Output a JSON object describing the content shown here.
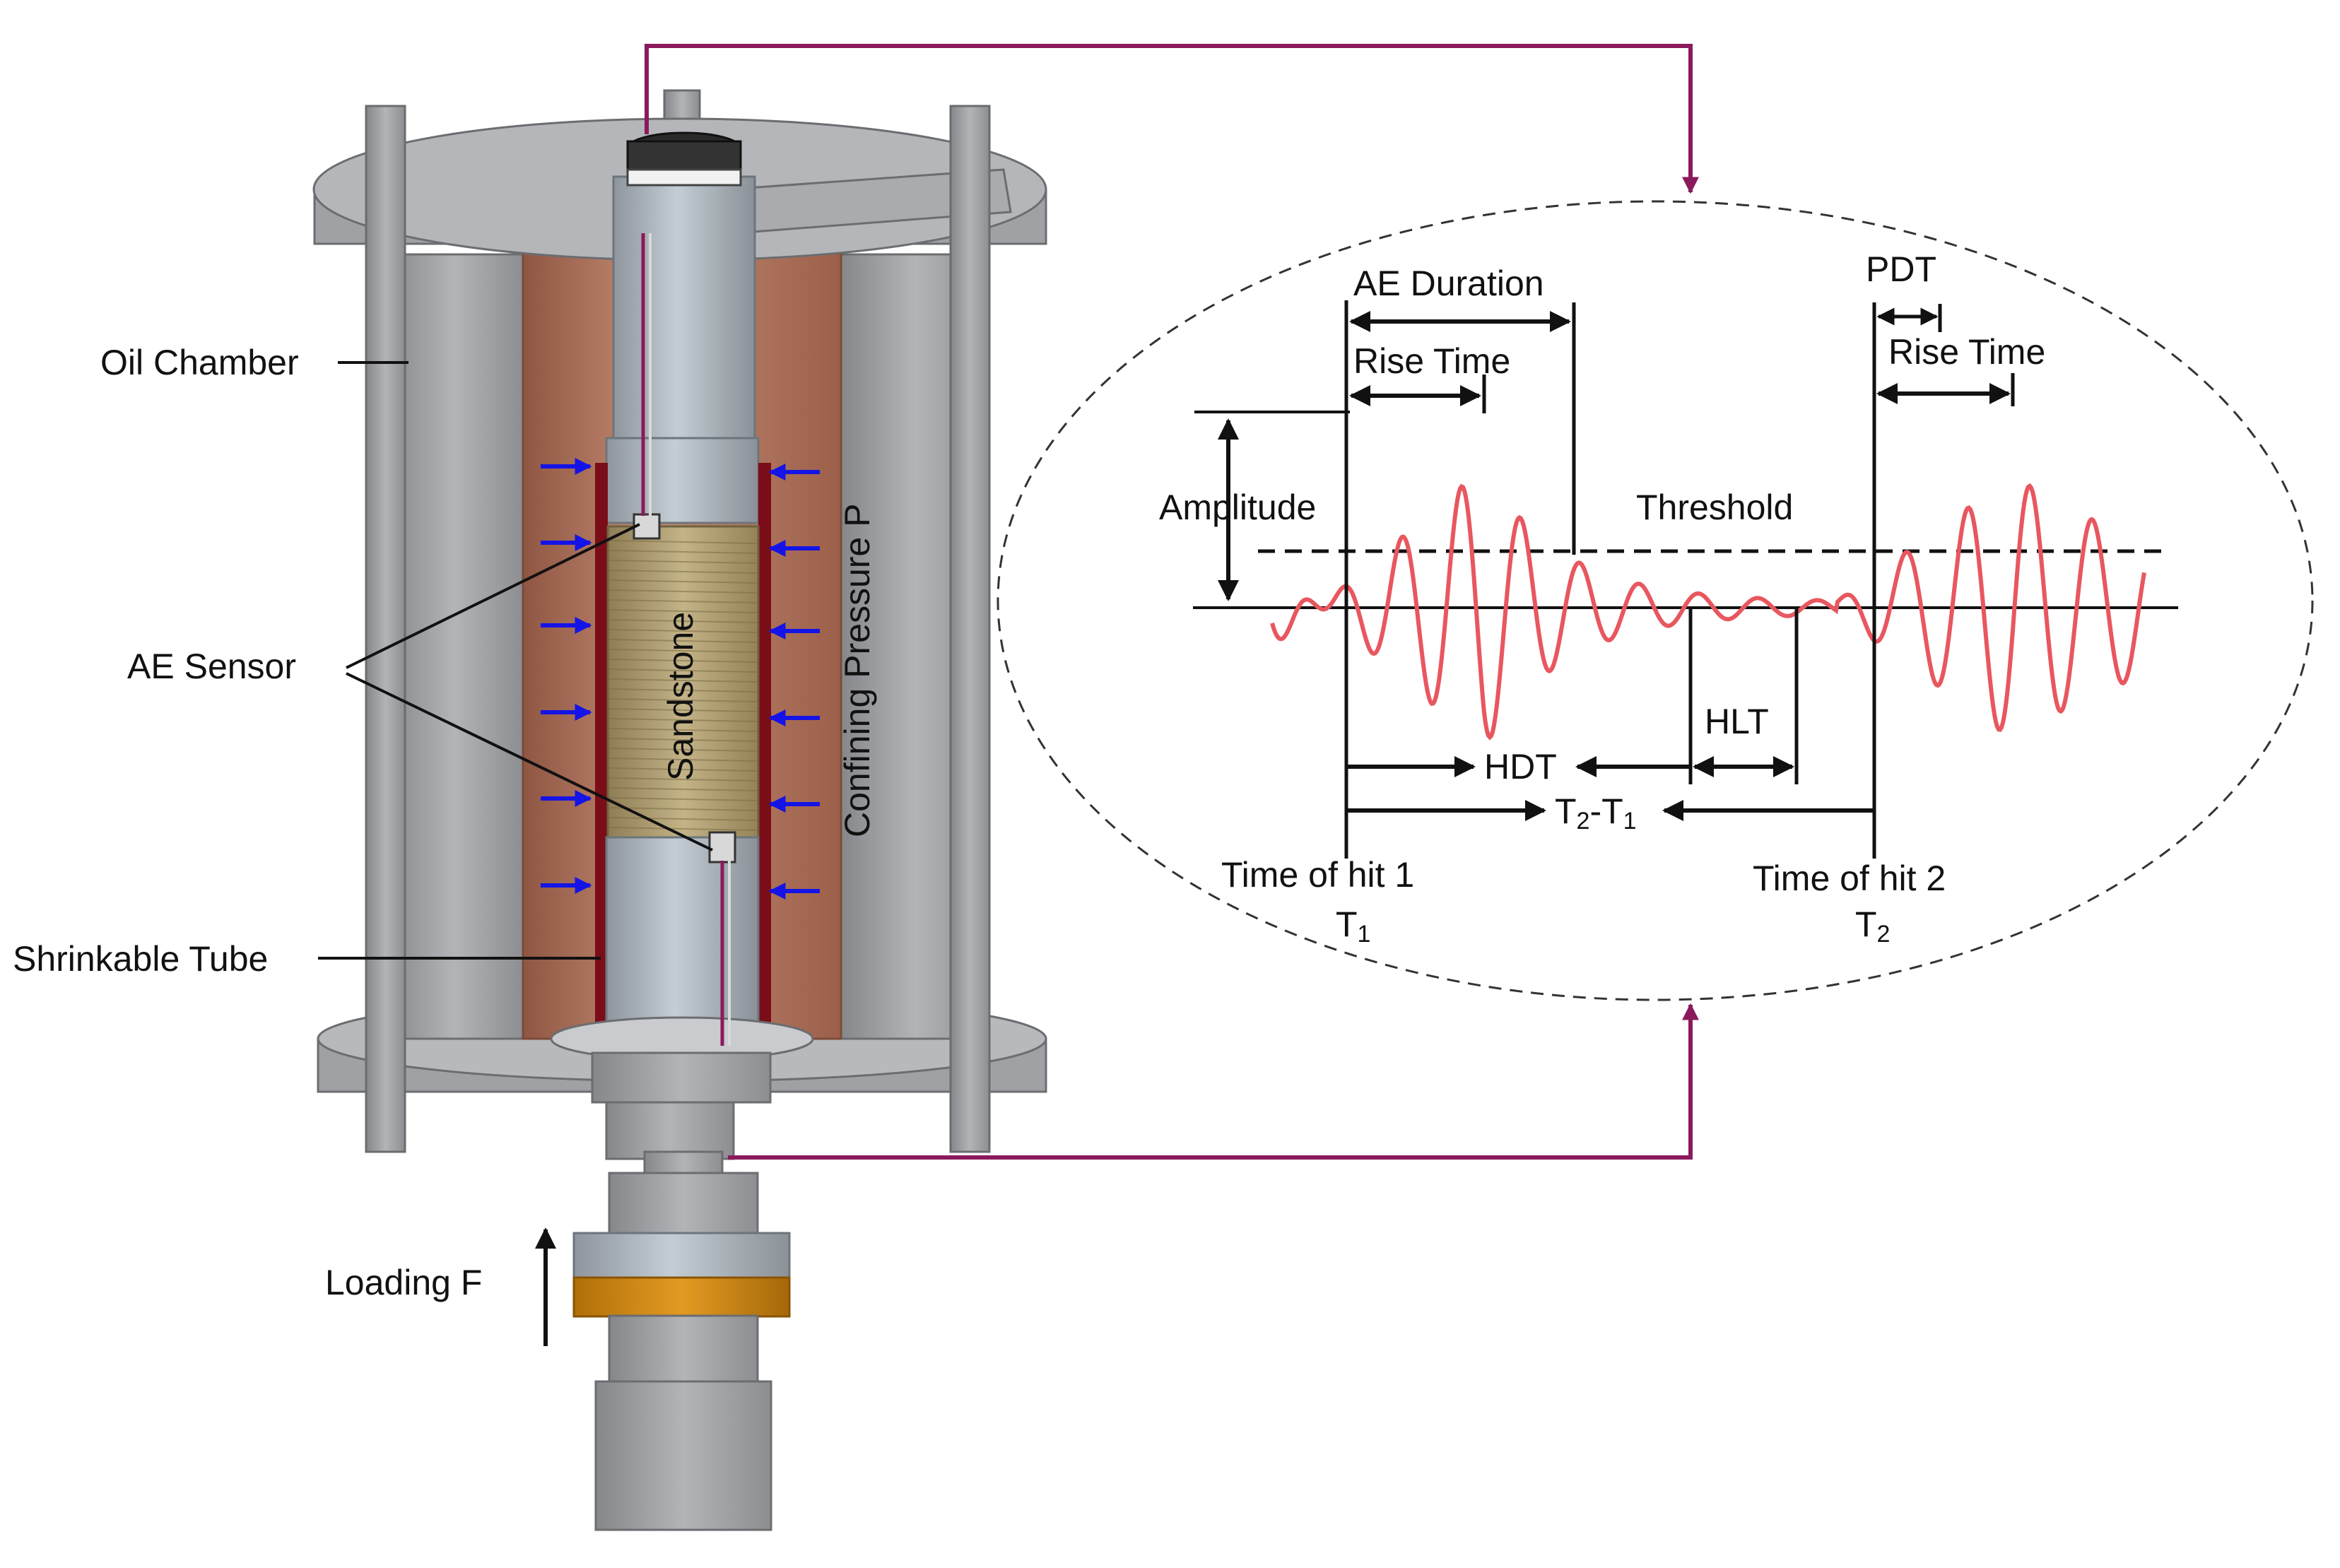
{
  "labels": {
    "oil_chamber": "Oil Chamber",
    "ae_sensor": "AE Sensor",
    "shrinkable_tube": "Shrinkable Tube",
    "loading": "Loading F",
    "sandstone": "Sandstone",
    "confining_pressure": "Confining Pressure P"
  },
  "waveform": {
    "ae_duration": "AE Duration",
    "rise_time_1": "Rise Time",
    "rise_time_2": "Rise Time",
    "pdt": "PDT",
    "amplitude": "Amplitude",
    "threshold": "Threshold",
    "hdt": "HDT",
    "hlt": "HLT",
    "t_diff": {
      "a": "T",
      "a_sub": "2",
      "mid": "-T",
      "b_sub": "1"
    },
    "hit1": {
      "line": "Time of hit 1",
      "t": "T",
      "t_sub": "1"
    },
    "hit2": {
      "line": "Time of hit 2",
      "t": "T",
      "t_sub": "2"
    }
  },
  "colors": {
    "signal": "#e8575f",
    "cable": "#8b1a5c",
    "arrow_blue": "#1414e6",
    "steel": "#a3a5a8",
    "copper": "#b97a64",
    "rubber": "#7a0d18",
    "sandstone": "#b9a67a",
    "band": "#d58a0f"
  },
  "icons": [
    "pressure-arrow-icon",
    "loading-arrow-icon",
    "sensor-icon"
  ]
}
